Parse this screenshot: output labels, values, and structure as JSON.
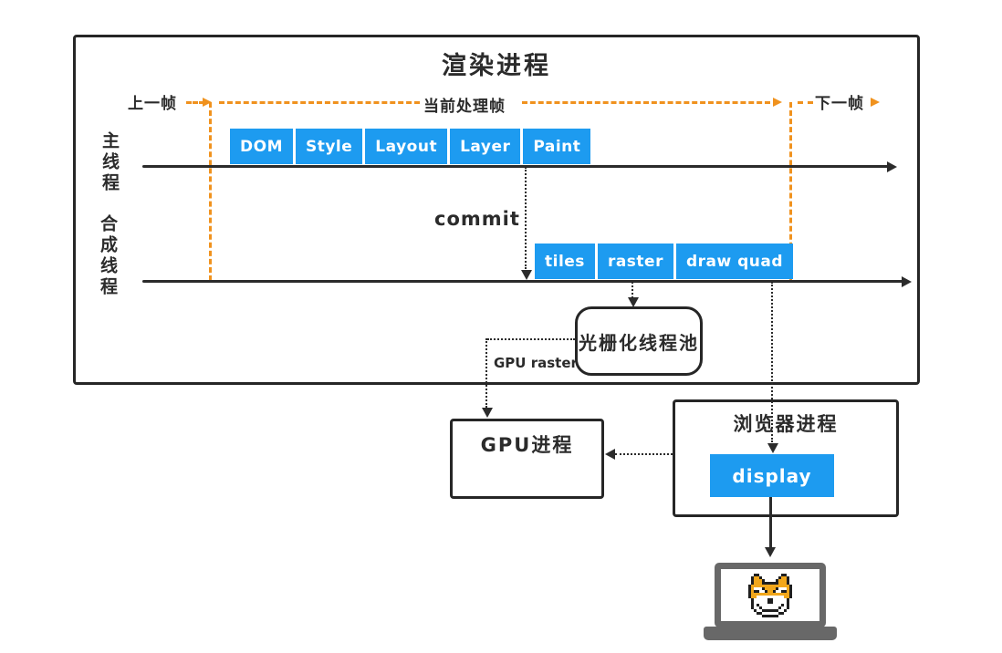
{
  "title": "渲染进程",
  "frames": {
    "prev": "上一帧",
    "current": "当前处理帧",
    "next": "下一帧"
  },
  "main_thread": {
    "label": "主线程",
    "stages": [
      "DOM",
      "Style",
      "Layout",
      "Layer",
      "Paint"
    ]
  },
  "commit_label": "commit",
  "compositor_thread": {
    "label": "合成线程",
    "stages": [
      "tiles",
      "raster",
      "draw quad"
    ]
  },
  "raster_pool_label": "光栅化线程池",
  "gpu_raster_label": "GPU raster",
  "gpu_process_label": "GPU进程",
  "browser_process": {
    "label": "浏览器进程",
    "display_label": "display"
  },
  "icons": {
    "laptop": "laptop-icon",
    "doge": "doge-icon"
  },
  "colors": {
    "stage_blue": "#1d9bf0",
    "frame_orange": "#f0921e",
    "ink": "#2b2b2b"
  }
}
